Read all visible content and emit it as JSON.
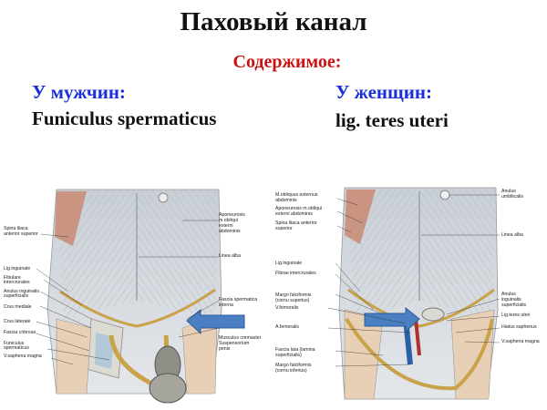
{
  "slide": {
    "title": "Паховый канал",
    "subtitle": "Содержимое:",
    "male": {
      "heading": "У мужчин:",
      "content": "Funiculus spermaticus"
    },
    "female": {
      "heading": "У женщин:",
      "content": "lig. teres uteri"
    }
  },
  "figure_male": {
    "labels_left": [
      "Spina iliaca",
      "anterior superior",
      "Lig.inguinale",
      "Fibulare",
      "intercrurales",
      "Anulus inguinalis",
      "superficialis",
      "Crus mediale",
      "Crus laterale",
      "Fascia cribrosa",
      "Funiculus",
      "spermaticus",
      "V.saphena magna"
    ],
    "labels_right": [
      "Aponeurosis",
      "m.obliqui",
      "externi",
      "abdominis",
      "Linea alba",
      "Fascia spermatica",
      "interna",
      "Musculus cremaster",
      "Suspensorium",
      "penis"
    ]
  },
  "figure_female": {
    "labels_left": [
      "M.obliquus externus",
      "abdominis",
      "Aponeurosis m.obliqui",
      "externi abdominis",
      "Spina iliaca anterior",
      "superior",
      "Lig.inguinale",
      "Fibrae intercrurales",
      "Margo falciformis",
      "(cornu superius)",
      "V.femoralis",
      "A.femoralis",
      "Fascia lata (lamina",
      "superficialis)",
      "Margo falciformis",
      "(cornu inferius)"
    ],
    "labels_right": [
      "Anulus",
      "umbilicalis",
      "Linea alba",
      "Anulus",
      "inguinalis",
      "superficialis",
      "Lig.teres uteri",
      "Hiatus saphenus",
      "V.saphena magna"
    ]
  },
  "colors": {
    "title": "#111111",
    "subtitle": "#cc1111",
    "heading": "#1b2fd6",
    "arrow": "#4a7fc4"
  }
}
